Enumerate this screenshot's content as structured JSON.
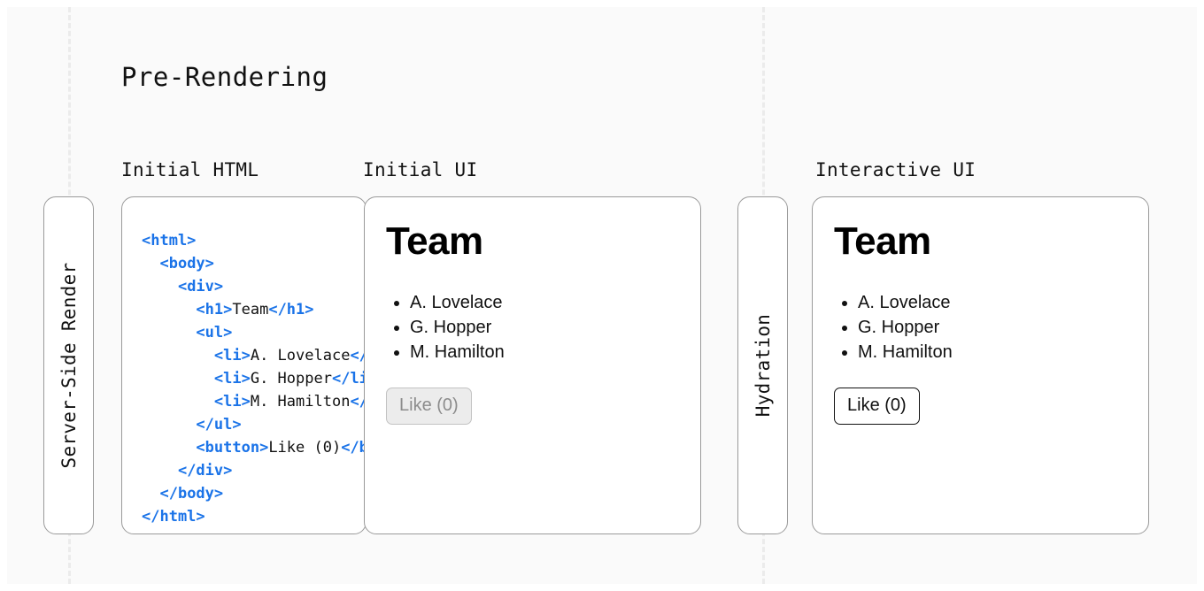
{
  "diagram": {
    "title": "Pre-Rendering",
    "background": "#fafafa",
    "accent_tag_color": "#1a73e8",
    "border_color": "#9a9a9a"
  },
  "column_labels": {
    "initial_html": "Initial HTML",
    "initial_ui": "Initial UI",
    "interactive_ui": "Interactive UI"
  },
  "stages": [
    {
      "name": "server-side-render",
      "label": "Server-Side Render"
    },
    {
      "name": "hydration",
      "label": "Hydration"
    }
  ],
  "code_panel": {
    "lines": [
      {
        "indent": 0,
        "parts": [
          {
            "type": "tag",
            "text": "<html>"
          }
        ]
      },
      {
        "indent": 1,
        "parts": [
          {
            "type": "tag",
            "text": "<body>"
          }
        ]
      },
      {
        "indent": 2,
        "parts": [
          {
            "type": "tag",
            "text": "<div>"
          }
        ]
      },
      {
        "indent": 3,
        "parts": [
          {
            "type": "tag",
            "text": "<h1>"
          },
          {
            "type": "txt",
            "text": "Team"
          },
          {
            "type": "tag",
            "text": "</h1>"
          }
        ]
      },
      {
        "indent": 3,
        "parts": [
          {
            "type": "tag",
            "text": "<ul>"
          }
        ]
      },
      {
        "indent": 4,
        "parts": [
          {
            "type": "tag",
            "text": "<li>"
          },
          {
            "type": "txt",
            "text": "A. Lovelace"
          },
          {
            "type": "tag",
            "text": "</li>"
          }
        ]
      },
      {
        "indent": 4,
        "parts": [
          {
            "type": "tag",
            "text": "<li>"
          },
          {
            "type": "txt",
            "text": "G. Hopper"
          },
          {
            "type": "tag",
            "text": "</li>"
          }
        ]
      },
      {
        "indent": 4,
        "parts": [
          {
            "type": "tag",
            "text": "<li>"
          },
          {
            "type": "txt",
            "text": "M. Hamilton"
          },
          {
            "type": "tag",
            "text": "</li>"
          }
        ]
      },
      {
        "indent": 3,
        "parts": [
          {
            "type": "tag",
            "text": "</ul>"
          }
        ]
      },
      {
        "indent": 3,
        "parts": [
          {
            "type": "tag",
            "text": "<button>"
          },
          {
            "type": "txt",
            "text": "Like (0)"
          },
          {
            "type": "tag",
            "text": "</button>"
          }
        ]
      },
      {
        "indent": 2,
        "parts": [
          {
            "type": "tag",
            "text": "</div>"
          }
        ]
      },
      {
        "indent": 1,
        "parts": [
          {
            "type": "tag",
            "text": "</body>"
          }
        ]
      },
      {
        "indent": 0,
        "parts": [
          {
            "type": "tag",
            "text": "</html>"
          }
        ]
      }
    ]
  },
  "initial_ui": {
    "heading": "Team",
    "members": [
      "A. Lovelace",
      "G. Hopper",
      "M. Hamilton"
    ],
    "button_label": "Like (0)",
    "button_state": "disabled"
  },
  "interactive_ui": {
    "heading": "Team",
    "members": [
      "A. Lovelace",
      "G. Hopper",
      "M. Hamilton"
    ],
    "button_label": "Like (0)",
    "button_state": "enabled"
  }
}
